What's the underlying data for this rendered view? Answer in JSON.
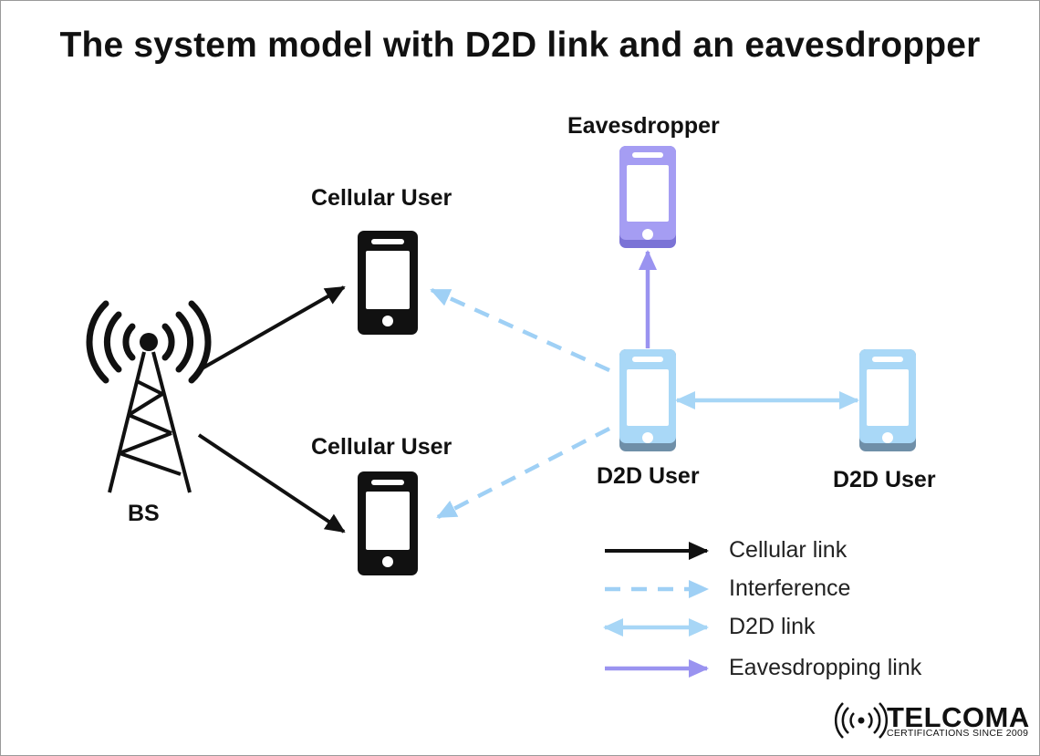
{
  "title": "The system model with D2D link and an eavesdropper",
  "nodes": {
    "base_station": "BS",
    "cellular_user_top": "Cellular User",
    "cellular_user_bottom": "Cellular User",
    "eavesdropper": "Eavesdropper",
    "d2d_user_tx": "D2D User",
    "d2d_user_rx": "D2D User"
  },
  "legend": {
    "cellular_link": "Cellular link",
    "interference": "Interference",
    "d2d_link": "D2D link",
    "eavesdropping_link": "Eavesdropping link"
  },
  "colors": {
    "cellular": "#111111",
    "interference": "#9fd0f5",
    "d2d": "#a7d6f6",
    "d2d_phone": "#a9d8f7",
    "d2d_phone_bottom": "#6f8fa8",
    "eavesdrop": "#9a93f0",
    "eaves_phone": "#a59df3",
    "eaves_phone_bottom": "#7b73d6"
  },
  "logo": {
    "name": "TELCOMA",
    "tagline": "CERTIFICATIONS SINCE 2009"
  }
}
